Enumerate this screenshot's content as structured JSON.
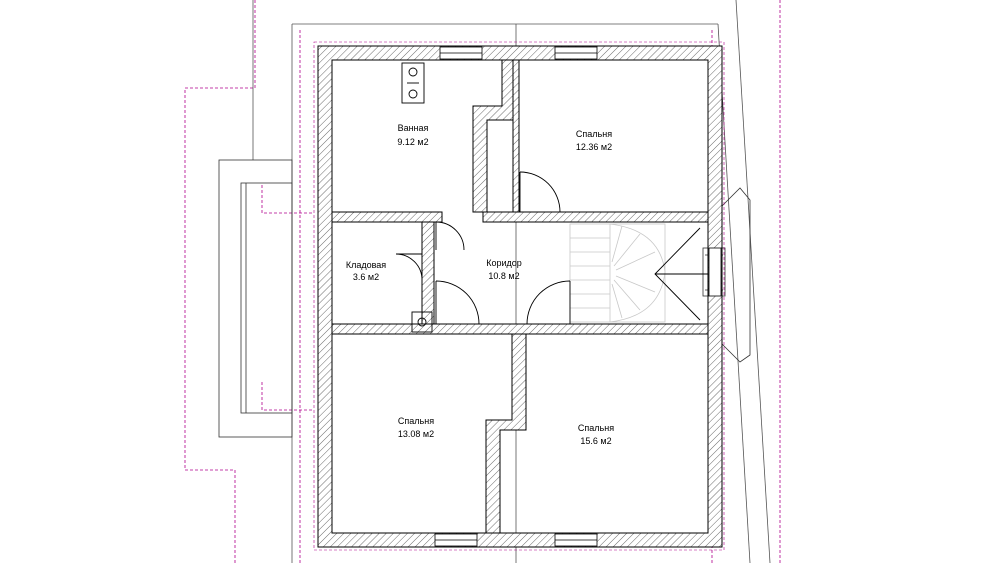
{
  "rooms": [
    {
      "name": "Ванная",
      "area": "9.12 м2"
    },
    {
      "name": "Спальня",
      "area": "12.36 м2"
    },
    {
      "name": "Кладовая",
      "area": "3.6 м2"
    },
    {
      "name": "Коридор",
      "area": "10.8 м2"
    },
    {
      "name": "Спальня",
      "area": "13.08 м2"
    },
    {
      "name": "Спальня",
      "area": "15.6 м2"
    }
  ],
  "colors": {
    "wall": "#000000",
    "hatch": "#6b6b6b",
    "guide_magenta": "#b0008c",
    "roof_line": "#555555",
    "stair": "#c8c8c8"
  }
}
